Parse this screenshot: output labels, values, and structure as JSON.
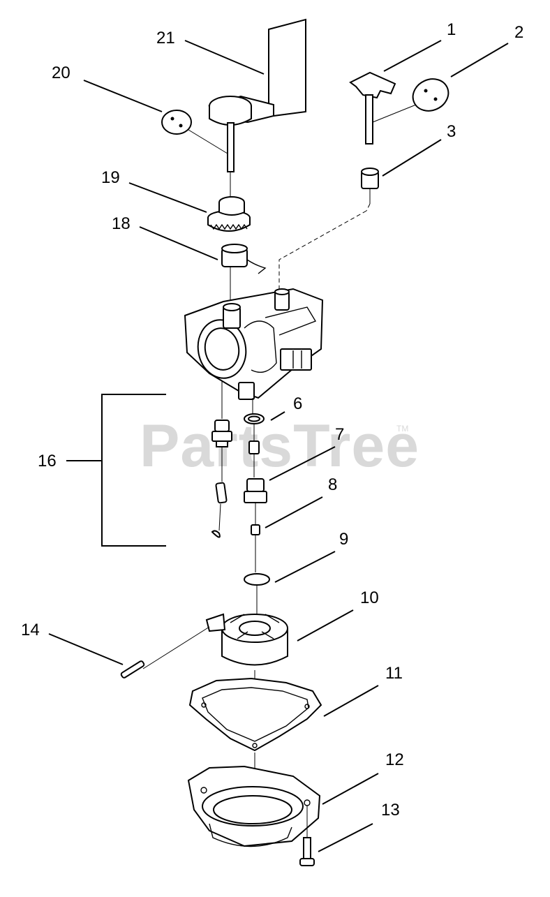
{
  "watermark": {
    "text": "PartsTree",
    "trademark": "TM"
  },
  "callouts": [
    {
      "id": "1",
      "text": "1"
    },
    {
      "id": "2",
      "text": "2"
    },
    {
      "id": "3",
      "text": "3"
    },
    {
      "id": "6",
      "text": "6"
    },
    {
      "id": "7",
      "text": "7"
    },
    {
      "id": "8",
      "text": "8"
    },
    {
      "id": "9",
      "text": "9"
    },
    {
      "id": "10",
      "text": "10"
    },
    {
      "id": "11",
      "text": "11"
    },
    {
      "id": "12",
      "text": "12"
    },
    {
      "id": "13",
      "text": "13"
    },
    {
      "id": "14",
      "text": "14"
    },
    {
      "id": "16",
      "text": "16"
    },
    {
      "id": "18",
      "text": "18"
    },
    {
      "id": "19",
      "text": "19"
    },
    {
      "id": "20",
      "text": "20"
    },
    {
      "id": "21",
      "text": "21"
    }
  ]
}
